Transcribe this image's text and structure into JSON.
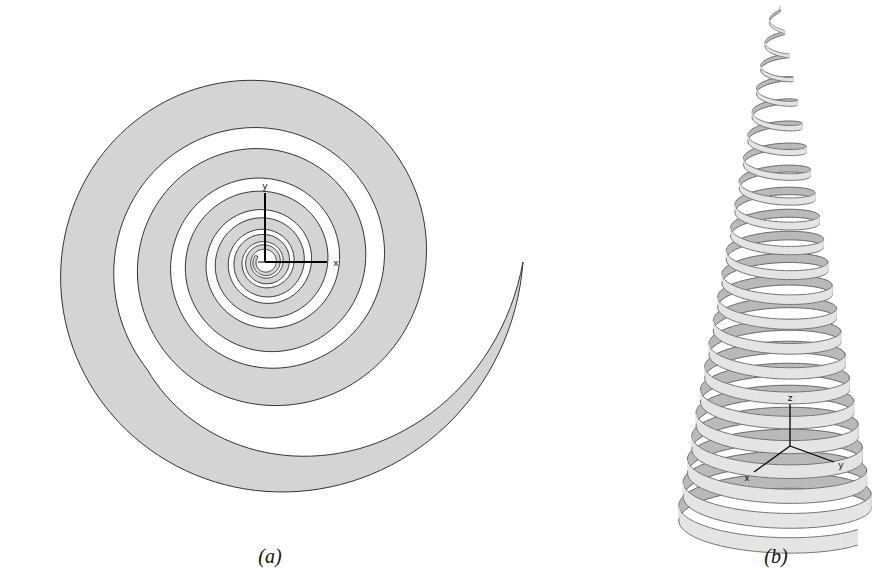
{
  "diagram": {
    "labels": [
      "y",
      "x",
      "z",
      "x",
      "y",
      "(a)",
      "(b)"
    ]
  }
}
